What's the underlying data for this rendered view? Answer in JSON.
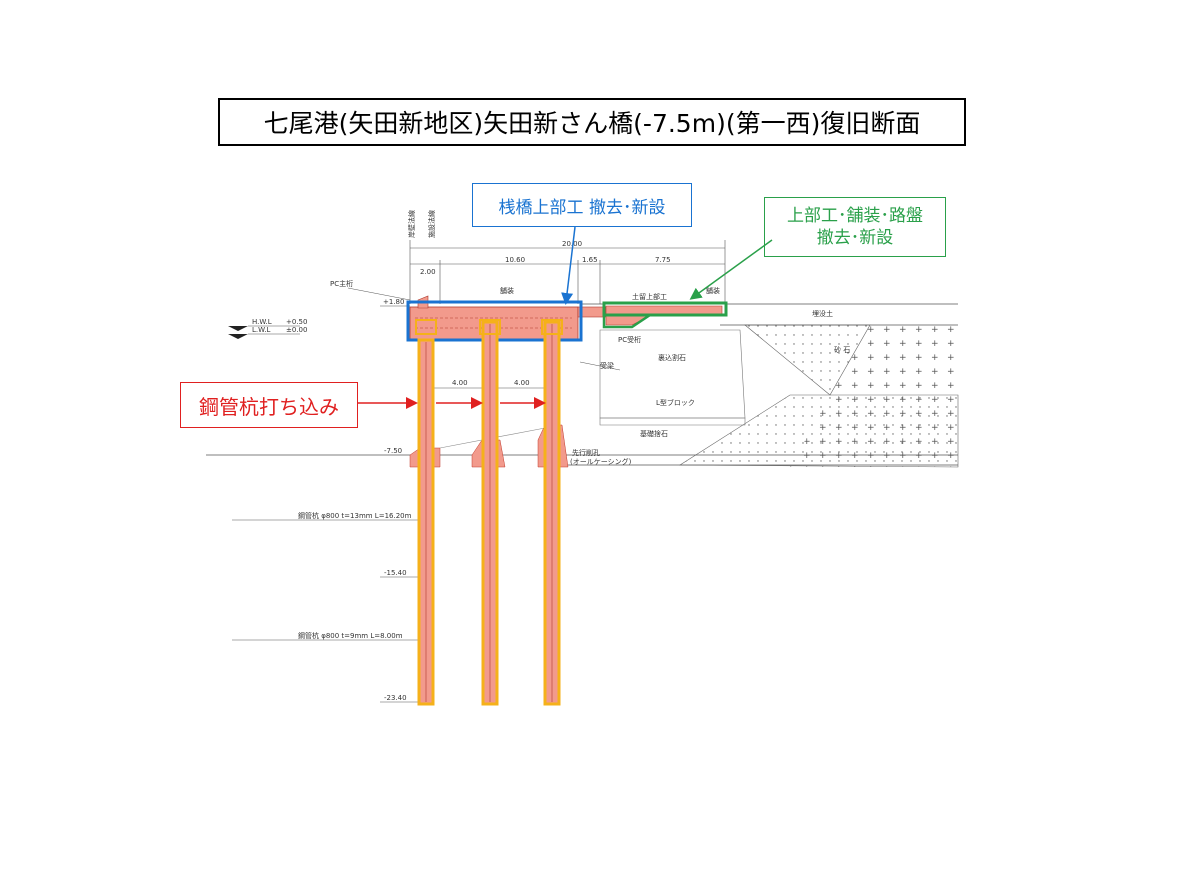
{
  "title": "七尾港(矢田新地区)矢田新さん橋(-7.5m)(第一西)復旧断面",
  "callouts": {
    "superstructure": "桟橋上部工 撤去･新設",
    "pavement_line1": "上部工･舗装･路盤",
    "pavement_line2": "撤去･新設",
    "piles": "鋼管杭打ち込み"
  },
  "dimensions": {
    "total": "20.00",
    "d1": "2.00",
    "d2": "10.60",
    "d3": "1.65",
    "d4": "7.75",
    "pile_spacing_1": "4.00",
    "pile_spacing_2": "4.00"
  },
  "elevations": {
    "top": "+1.80",
    "hwl_label": "H.W.L",
    "hwl_value": "+0.50",
    "lwl_label": "L.W.L",
    "lwl_value": "±0.00",
    "seabed": "-7.50",
    "mid": "-15.40",
    "bottom": "-23.40"
  },
  "labels": {
    "berth_line": "岸壁法線",
    "design_line": "施設法線",
    "pc_girder_top": "PC主桁",
    "pavement": "舗装",
    "earth_retaining": "土留上部工",
    "pavement_right": "舗装",
    "backfill": "埋没土",
    "pc_girder": "PC受桁",
    "crossbeam": "受梁",
    "back_rubble": "裏込割石",
    "sand": "砂 石",
    "l_block": "L型ブロック",
    "base_rubble": "基礎捨石",
    "predrill": "先行削孔",
    "casing": "(オールケーシング)",
    "pile_spec_1": "鋼管杭 φ800 t=13mm L=16.20m",
    "pile_spec_2": "鋼管杭 φ800 t=9mm L=8.00m"
  },
  "colors": {
    "blue": "#1a73d1",
    "green": "#2aa04a",
    "red": "#e02020",
    "pile_outline": "#f5b11a",
    "pile_fill": "#f29a8c"
  }
}
